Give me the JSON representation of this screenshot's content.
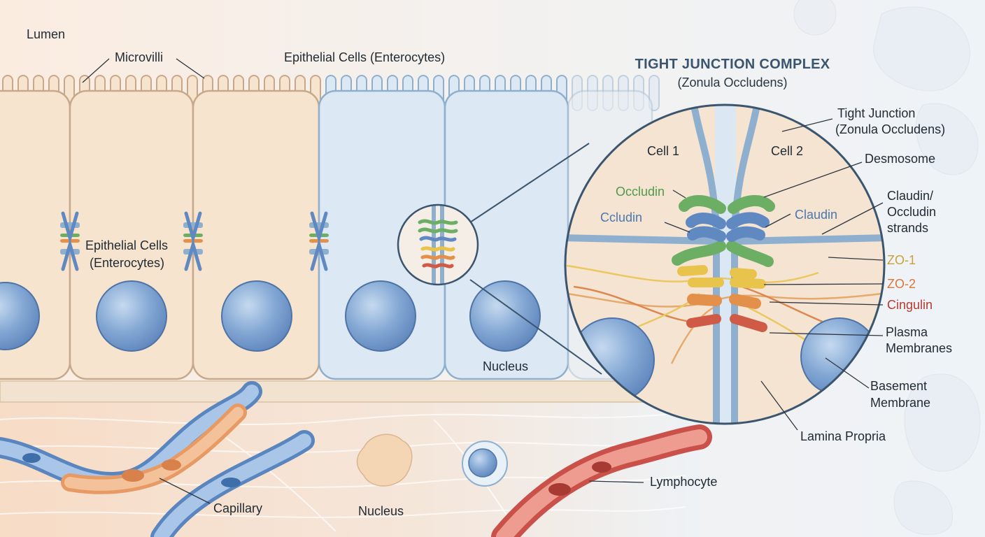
{
  "diagram": {
    "title": "TIGHT JUNCTION COMPLEX",
    "subtitle": "(Zonula Occludens)"
  },
  "labels": {
    "lumen": "Lumen",
    "microvilli": "Microvilli",
    "epithelial_top": "Epithelial Cells (Enterocytes)",
    "epithelial_mid_1": "Epithelial Cells",
    "epithelial_mid_2": "(Enterocytes)",
    "nucleus_cell": "Nucleus",
    "capillary": "Capillary",
    "nucleus_bottom": "Nucleus",
    "lymphocyte": "Lymphocyte"
  },
  "inset": {
    "cell_1": "Cell 1",
    "cell_2": "Cell 2",
    "occludin_green": "Occludin",
    "occludin_blue": "Ccludin",
    "claudin": "Claudin"
  },
  "callouts": {
    "tight_junction_1": "Tight Junction",
    "tight_junction_2": "(Zonula Occludens)",
    "desmosome": "Desmosome",
    "strands_1": "Claudin/",
    "strands_2": "Occludin",
    "strands_3": "strands",
    "zo1": "ZO-1",
    "zo2": "ZO-2",
    "cingulin": "Cingulin",
    "plasma_1": "Plasma",
    "plasma_2": "Membranes",
    "basement_1": "Basement",
    "basement_2": "Membrane",
    "lamina": "Lamina Propria"
  },
  "colors": {
    "occludin": "#4f9a4a",
    "claudin": "#4a78b0",
    "zo1": "#c9a23a",
    "zo2": "#d8773a",
    "cingulin": "#b73a32",
    "title": "#3b556f"
  }
}
